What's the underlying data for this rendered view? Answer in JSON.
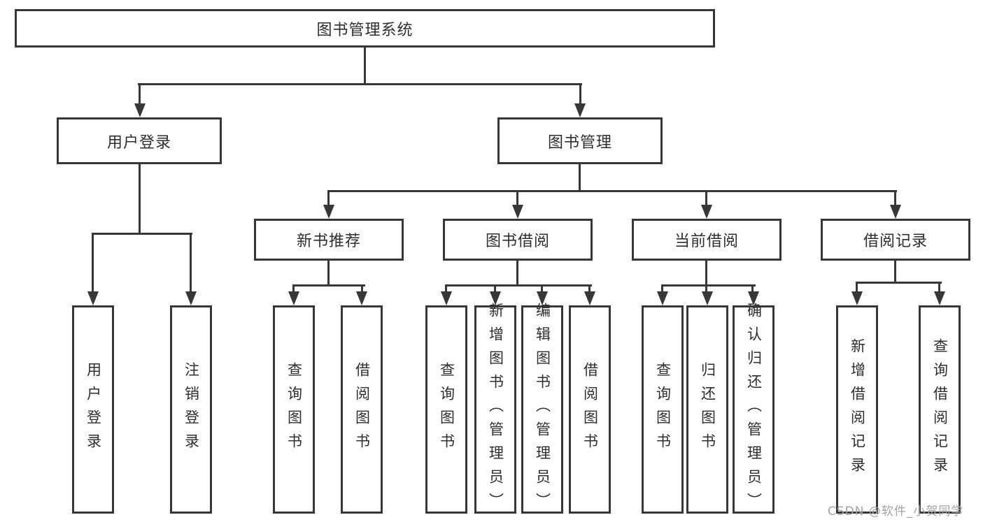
{
  "diagram": {
    "root": {
      "label": "图书管理系统"
    },
    "level2": [
      {
        "label": "用户登录"
      },
      {
        "label": "图书管理"
      }
    ],
    "level3": [
      {
        "label": "新书推荐"
      },
      {
        "label": "图书借阅"
      },
      {
        "label": "当前借阅"
      },
      {
        "label": "借阅记录"
      }
    ],
    "leaves": {
      "user": [
        "用户登录",
        "注销登录"
      ],
      "recommend": [
        "查询图书",
        "借阅图书"
      ],
      "borrow": [
        "查询图书",
        "新增图书（管理员）",
        "编辑图书（管理员）",
        "借阅图书"
      ],
      "current": [
        "查询图书",
        "归还图书",
        "确认归还（管理员）"
      ],
      "records": [
        "新增借阅记录",
        "查询借阅记录"
      ]
    }
  },
  "watermark": "CSDN @软件_小贺同学",
  "colors": {
    "line": "#373737",
    "text": "#2e2e2e",
    "watermark": "#a3a3a3",
    "background": "#ffffff"
  }
}
